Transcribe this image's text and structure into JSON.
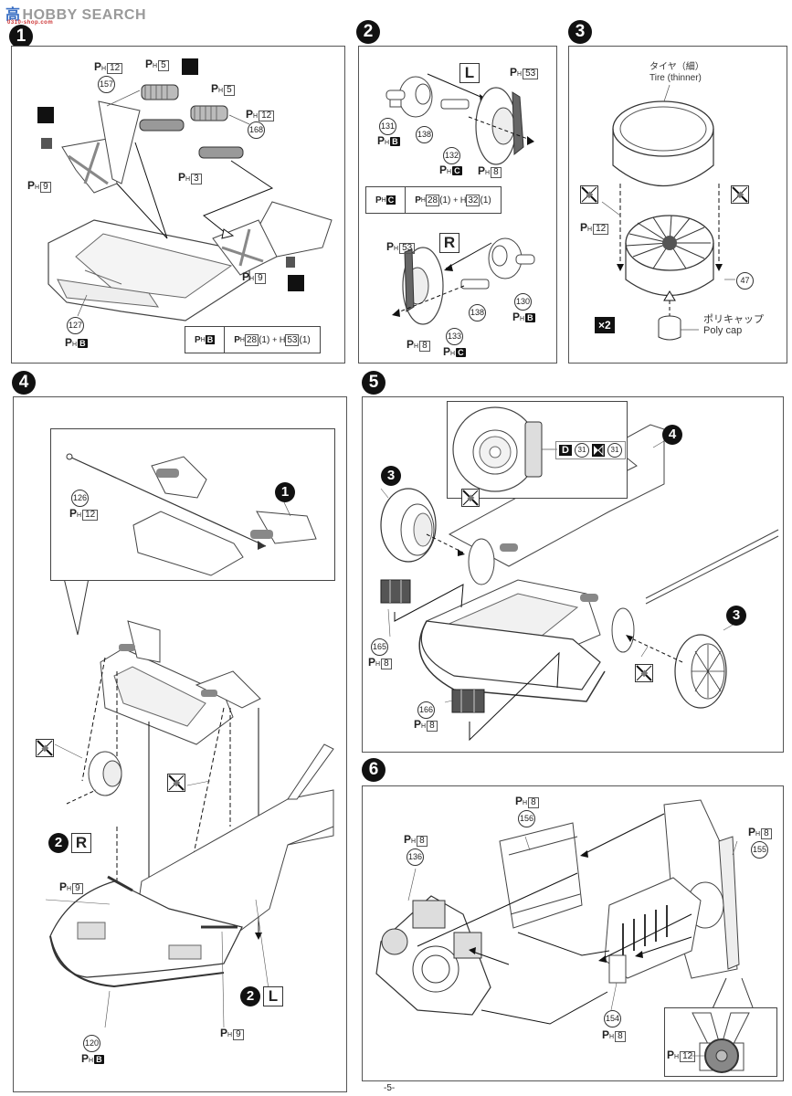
{
  "watermark": {
    "cn": "高",
    "text": "HOBBY SEARCH",
    "sub": "0310-shop.com"
  },
  "page_number": "-5-",
  "steps": [
    {
      "number": "1",
      "labels": {
        "p157": "157",
        "p168": "168",
        "p127": "127",
        "ph12a": "12",
        "ph12b": "12",
        "ph5a": "5",
        "ph5b": "5",
        "ph3": "3",
        "ph9a": "9",
        "ph9b": "9",
        "phB": "B"
      },
      "mix": {
        "left_code": "B",
        "right": "28(1) + H53(1)",
        "right_a": "28",
        "right_b": "53"
      }
    },
    {
      "number": "2",
      "left": {
        "side": "L",
        "parts": [
          "131",
          "138",
          "132"
        ],
        "ph53": "53",
        "ph8": "8",
        "ph131": "B",
        "ph132": "C"
      },
      "mix": {
        "left_code": "C",
        "right_a": "28",
        "right_b": "32"
      },
      "right": {
        "side": "R",
        "parts": [
          "138",
          "130",
          "133"
        ],
        "ph53": "53",
        "ph8": "8",
        "ph130": "B",
        "ph133": "C"
      }
    },
    {
      "number": "3",
      "tire_jp": "タイヤ（細）",
      "tire_en": "Tire (thinner)",
      "ph12": "12",
      "part_wheel": "47",
      "poly_jp": "ポリキャップ",
      "poly_en": "Poly cap",
      "quantity": "×2"
    },
    {
      "number": "4",
      "part126": "126",
      "ph12": "12",
      "ref1": "1",
      "ref2r": "2",
      "side_r": "R",
      "ref2l": "2",
      "side_l": "L",
      "ph9a": "9",
      "ph9b": "9",
      "part120": "120",
      "ph120": "B"
    },
    {
      "number": "5",
      "ref4": "4",
      "ref3a": "3",
      "ref3b": "3",
      "callout": {
        "decal_letter": "D",
        "decal_a": "31",
        "decal_b": "31"
      },
      "part165": "165",
      "ph165": "8",
      "part166": "166",
      "ph166": "8"
    },
    {
      "number": "6",
      "part156": "156",
      "ph156": "8",
      "part136": "136",
      "ph136": "8",
      "part155": "155",
      "ph155": "8",
      "part154": "154",
      "ph154": "8",
      "inset_ph": "12"
    }
  ],
  "ph_prefix": "P",
  "ph_sub": "H",
  "plus_h": "+ H"
}
